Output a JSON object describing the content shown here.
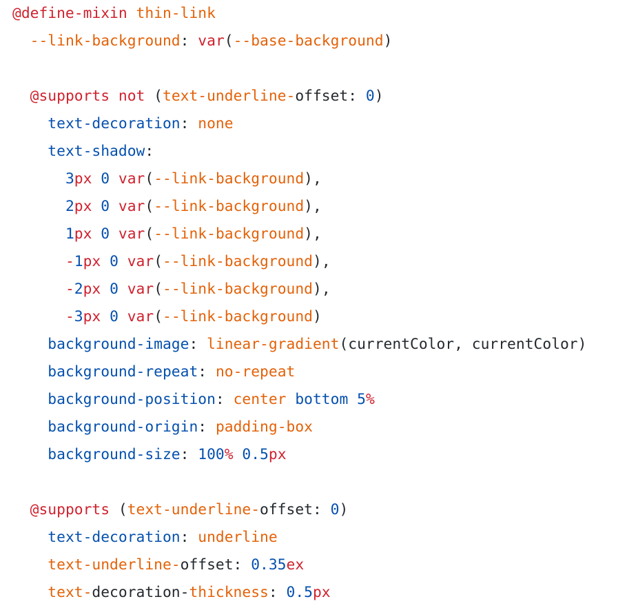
{
  "code": {
    "language": "css",
    "colors": {
      "at_rule": "#cf222e",
      "property": "#0550ae",
      "value": "#e36209",
      "number": "#0550ae",
      "unit": "#cf222e",
      "function": "#cf222e",
      "plain": "#24292e"
    },
    "lines": [
      {
        "indent": 0,
        "tokens": [
          {
            "t": "at",
            "v": "@define-mixin "
          },
          {
            "t": "val",
            "v": "thin-link"
          }
        ]
      },
      {
        "indent": 1,
        "tokens": [
          {
            "t": "val",
            "v": "--link-background"
          },
          {
            "t": "plain",
            "v": ": "
          },
          {
            "t": "fn",
            "v": "var"
          },
          {
            "t": "plain",
            "v": "("
          },
          {
            "t": "val",
            "v": "--base-background"
          },
          {
            "t": "plain",
            "v": ")"
          }
        ]
      },
      {
        "indent": 0,
        "tokens": []
      },
      {
        "indent": 1,
        "tokens": [
          {
            "t": "at",
            "v": "@supports not "
          },
          {
            "t": "plain",
            "v": "("
          },
          {
            "t": "val",
            "v": "text-underline-"
          },
          {
            "t": "plain",
            "v": "offset: "
          },
          {
            "t": "num",
            "v": "0"
          },
          {
            "t": "plain",
            "v": ")"
          }
        ]
      },
      {
        "indent": 2,
        "tokens": [
          {
            "t": "prop",
            "v": "text-decoration"
          },
          {
            "t": "plain",
            "v": ": "
          },
          {
            "t": "val",
            "v": "none"
          }
        ]
      },
      {
        "indent": 2,
        "tokens": [
          {
            "t": "prop",
            "v": "text-shadow"
          },
          {
            "t": "plain",
            "v": ":"
          }
        ]
      },
      {
        "indent": 3,
        "tokens": [
          {
            "t": "num",
            "v": "3"
          },
          {
            "t": "unit",
            "v": "px "
          },
          {
            "t": "num",
            "v": "0 "
          },
          {
            "t": "fn",
            "v": "var"
          },
          {
            "t": "plain",
            "v": "("
          },
          {
            "t": "val",
            "v": "--link-background"
          },
          {
            "t": "plain",
            "v": "),"
          }
        ]
      },
      {
        "indent": 3,
        "tokens": [
          {
            "t": "num",
            "v": "2"
          },
          {
            "t": "unit",
            "v": "px "
          },
          {
            "t": "num",
            "v": "0 "
          },
          {
            "t": "fn",
            "v": "var"
          },
          {
            "t": "plain",
            "v": "("
          },
          {
            "t": "val",
            "v": "--link-background"
          },
          {
            "t": "plain",
            "v": "),"
          }
        ]
      },
      {
        "indent": 3,
        "tokens": [
          {
            "t": "num",
            "v": "1"
          },
          {
            "t": "unit",
            "v": "px "
          },
          {
            "t": "num",
            "v": "0 "
          },
          {
            "t": "fn",
            "v": "var"
          },
          {
            "t": "plain",
            "v": "("
          },
          {
            "t": "val",
            "v": "--link-background"
          },
          {
            "t": "plain",
            "v": "),"
          }
        ]
      },
      {
        "indent": 3,
        "tokens": [
          {
            "t": "unit",
            "v": "-"
          },
          {
            "t": "num",
            "v": "1"
          },
          {
            "t": "unit",
            "v": "px "
          },
          {
            "t": "num",
            "v": "0 "
          },
          {
            "t": "fn",
            "v": "var"
          },
          {
            "t": "plain",
            "v": "("
          },
          {
            "t": "val",
            "v": "--link-background"
          },
          {
            "t": "plain",
            "v": "),"
          }
        ]
      },
      {
        "indent": 3,
        "tokens": [
          {
            "t": "unit",
            "v": "-"
          },
          {
            "t": "num",
            "v": "2"
          },
          {
            "t": "unit",
            "v": "px "
          },
          {
            "t": "num",
            "v": "0 "
          },
          {
            "t": "fn",
            "v": "var"
          },
          {
            "t": "plain",
            "v": "("
          },
          {
            "t": "val",
            "v": "--link-background"
          },
          {
            "t": "plain",
            "v": "),"
          }
        ]
      },
      {
        "indent": 3,
        "tokens": [
          {
            "t": "unit",
            "v": "-"
          },
          {
            "t": "num",
            "v": "3"
          },
          {
            "t": "unit",
            "v": "px "
          },
          {
            "t": "num",
            "v": "0 "
          },
          {
            "t": "fn",
            "v": "var"
          },
          {
            "t": "plain",
            "v": "("
          },
          {
            "t": "val",
            "v": "--link-background"
          },
          {
            "t": "plain",
            "v": ")"
          }
        ]
      },
      {
        "indent": 2,
        "tokens": [
          {
            "t": "prop",
            "v": "background-image"
          },
          {
            "t": "plain",
            "v": ": "
          },
          {
            "t": "val",
            "v": "linear-gradient"
          },
          {
            "t": "plain",
            "v": "(currentColor, currentColor)"
          }
        ]
      },
      {
        "indent": 2,
        "tokens": [
          {
            "t": "prop",
            "v": "background-repeat"
          },
          {
            "t": "plain",
            "v": ": "
          },
          {
            "t": "val",
            "v": "no-repeat"
          }
        ]
      },
      {
        "indent": 2,
        "tokens": [
          {
            "t": "prop",
            "v": "background-position"
          },
          {
            "t": "plain",
            "v": ": "
          },
          {
            "t": "val",
            "v": "center "
          },
          {
            "t": "prop",
            "v": "bottom "
          },
          {
            "t": "num",
            "v": "5"
          },
          {
            "t": "unit",
            "v": "%"
          }
        ]
      },
      {
        "indent": 2,
        "tokens": [
          {
            "t": "prop",
            "v": "background-origin"
          },
          {
            "t": "plain",
            "v": ": "
          },
          {
            "t": "val",
            "v": "padding-box"
          }
        ]
      },
      {
        "indent": 2,
        "tokens": [
          {
            "t": "prop",
            "v": "background-size"
          },
          {
            "t": "plain",
            "v": ": "
          },
          {
            "t": "num",
            "v": "100"
          },
          {
            "t": "unit",
            "v": "% "
          },
          {
            "t": "num",
            "v": "0.5"
          },
          {
            "t": "unit",
            "v": "px"
          }
        ]
      },
      {
        "indent": 0,
        "tokens": []
      },
      {
        "indent": 1,
        "tokens": [
          {
            "t": "at",
            "v": "@supports "
          },
          {
            "t": "plain",
            "v": "("
          },
          {
            "t": "val",
            "v": "text-underline-"
          },
          {
            "t": "plain",
            "v": "offset: "
          },
          {
            "t": "num",
            "v": "0"
          },
          {
            "t": "plain",
            "v": ")"
          }
        ]
      },
      {
        "indent": 2,
        "tokens": [
          {
            "t": "prop",
            "v": "text-decoration"
          },
          {
            "t": "plain",
            "v": ": "
          },
          {
            "t": "val",
            "v": "underline"
          }
        ]
      },
      {
        "indent": 2,
        "tokens": [
          {
            "t": "val",
            "v": "text-underline-"
          },
          {
            "t": "plain",
            "v": "offset: "
          },
          {
            "t": "num",
            "v": "0.35"
          },
          {
            "t": "unit",
            "v": "ex"
          }
        ]
      },
      {
        "indent": 2,
        "tokens": [
          {
            "t": "val",
            "v": "text-"
          },
          {
            "t": "plain",
            "v": "decoration-"
          },
          {
            "t": "val",
            "v": "thickness"
          },
          {
            "t": "plain",
            "v": ": "
          },
          {
            "t": "num",
            "v": "0.5"
          },
          {
            "t": "unit",
            "v": "px"
          }
        ]
      }
    ]
  }
}
